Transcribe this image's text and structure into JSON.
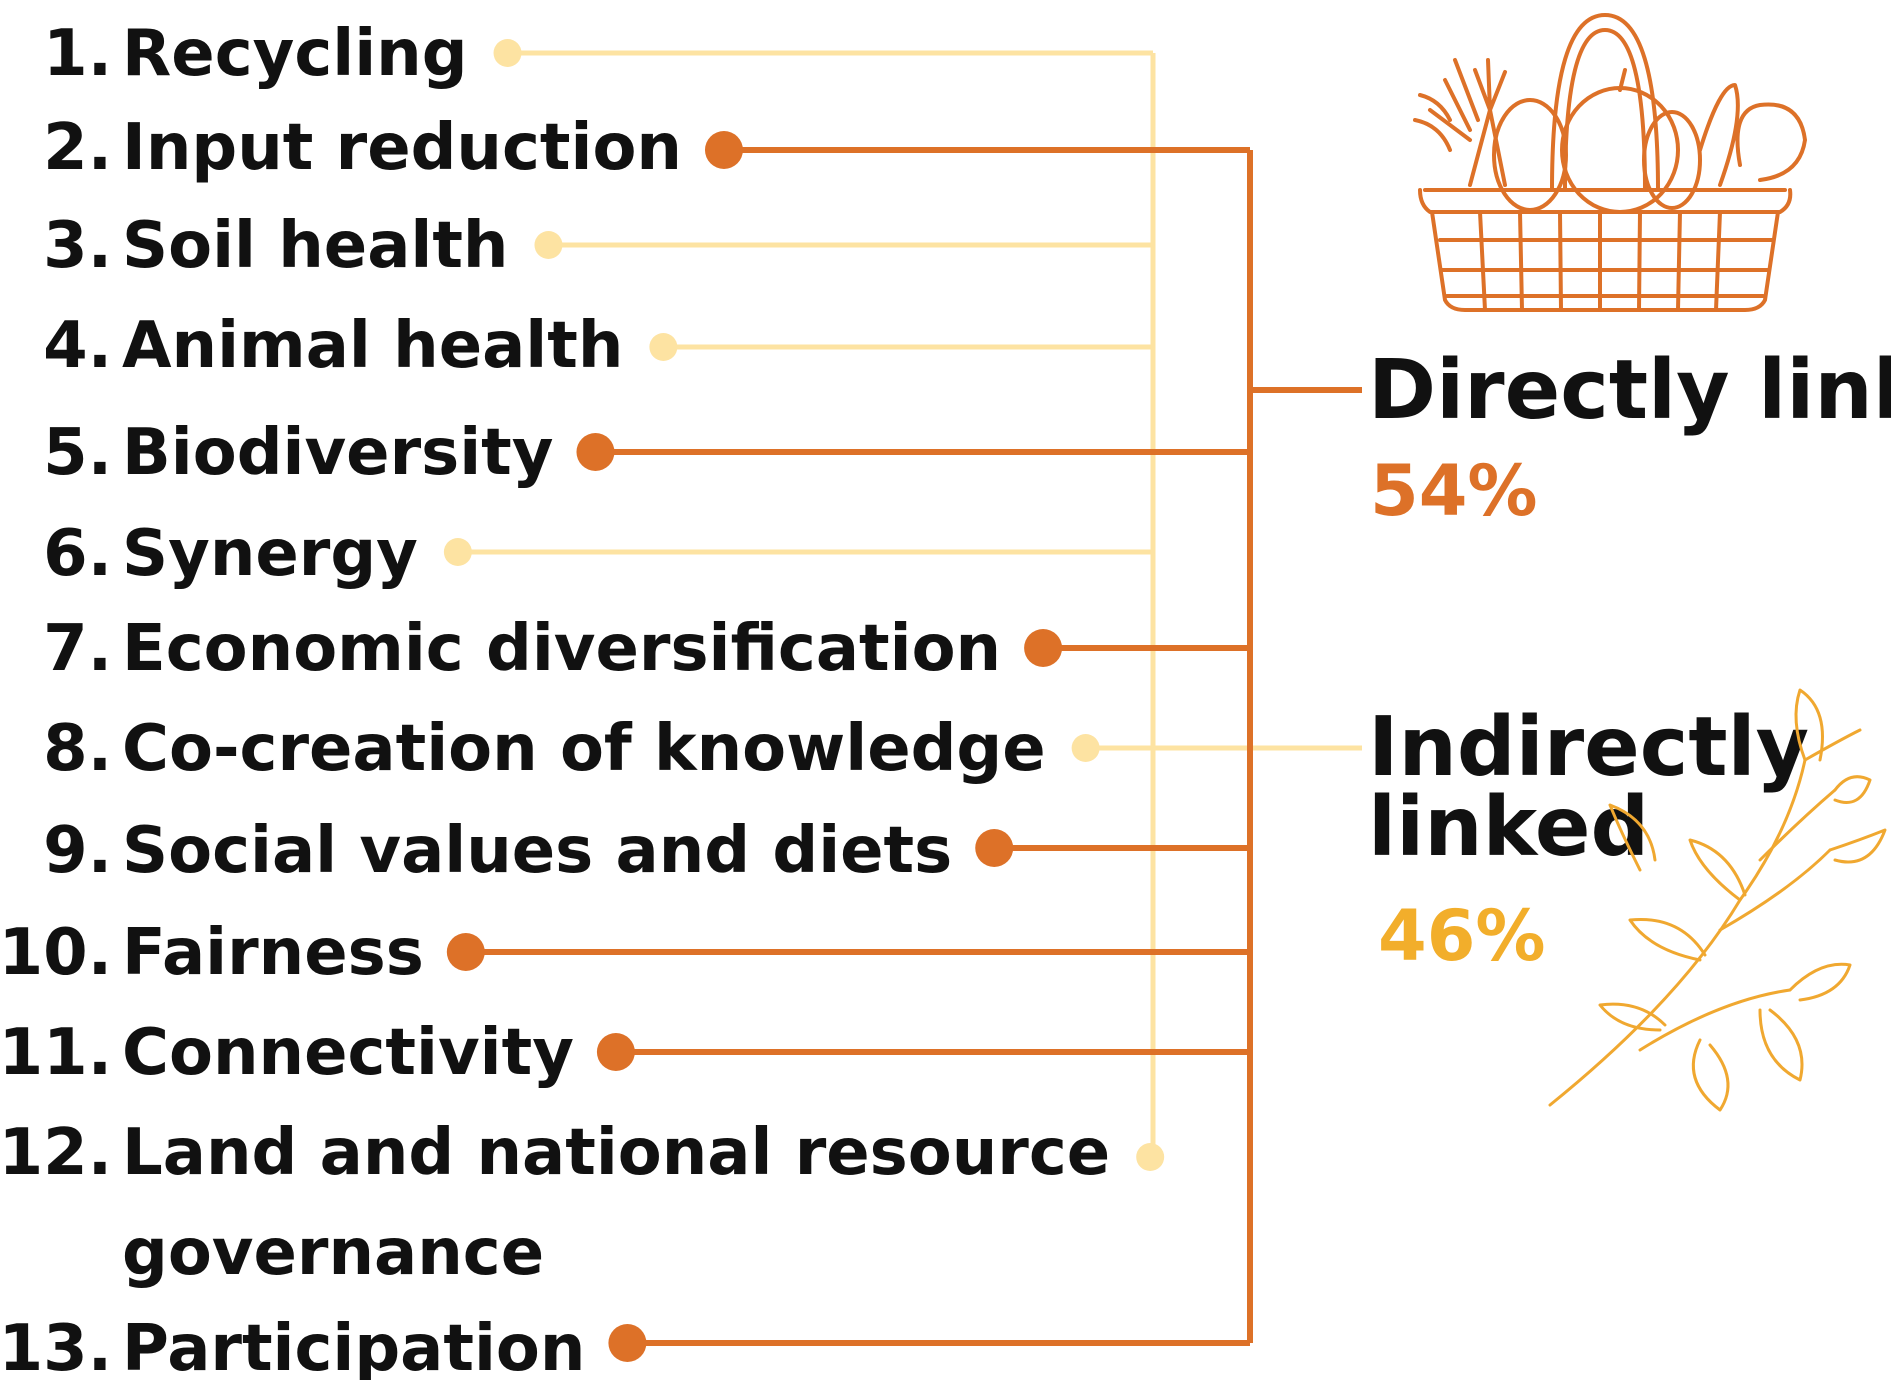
{
  "colors": {
    "direct": "#dd7128",
    "indirect": "#fde3a2",
    "indirect_pct": "#f2ae2b",
    "illustration": "#f0a830"
  },
  "items": [
    {
      "number": "1.",
      "label": "Recycling",
      "link": "indirect"
    },
    {
      "number": "2.",
      "label": "Input reduction",
      "link": "direct"
    },
    {
      "number": "3.",
      "label": "Soil health",
      "link": "indirect"
    },
    {
      "number": "4.",
      "label": "Animal health",
      "link": "indirect"
    },
    {
      "number": "5.",
      "label": "Biodiversity",
      "link": "direct"
    },
    {
      "number": "6.",
      "label": "Synergy",
      "link": "indirect"
    },
    {
      "number": "7.",
      "label": "Economic diversification",
      "link": "direct"
    },
    {
      "number": "8.",
      "label": "Co-creation of knowledge",
      "link": "indirect"
    },
    {
      "number": "9.",
      "label": "Social values and diets",
      "link": "direct"
    },
    {
      "number": "10.",
      "label": "Fairness",
      "link": "direct"
    },
    {
      "number": "11.",
      "label": "Connectivity",
      "link": "direct"
    },
    {
      "number": "12.",
      "label": "Land and national resource",
      "label_line2": "governance",
      "link": "indirect"
    },
    {
      "number": "13.",
      "label": "Participation",
      "link": "direct"
    }
  ],
  "direct_group": {
    "label": "Directly linked",
    "percent": "54%",
    "icon": "basket-icon"
  },
  "indirect_group": {
    "label_line1": "Indirectly",
    "label_line2": "linked",
    "percent": "46%",
    "icon": "leaf-branch-icon"
  }
}
